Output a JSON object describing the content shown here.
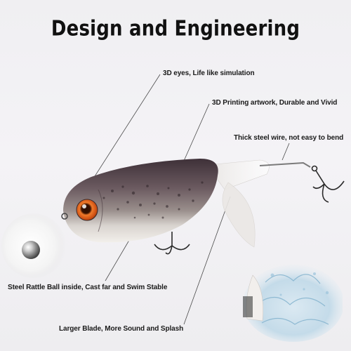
{
  "title": "Design and Engineering",
  "callouts": {
    "eyes": "3D eyes, Life like simulation",
    "artwork": "3D Printing artwork, Durable and Vivid",
    "wire": "Thick steel wire, not easy to bend",
    "rattle": "Steel Rattle Ball inside, Cast far and Swim Stable",
    "blade": "Larger Blade, More Sound and Splash"
  },
  "colors": {
    "background": "#f1f0f3",
    "text": "#1b1b1b",
    "leader_line": "#4a4a4a",
    "lure_body": "#5a4a50",
    "lure_belly": "#e9e6e3",
    "eye": "#e25a1a"
  },
  "images": {
    "lure": "whopper-plopper-fishing-lure",
    "ball": "steel-rattle-ball",
    "splash": "water-splash-blade"
  }
}
